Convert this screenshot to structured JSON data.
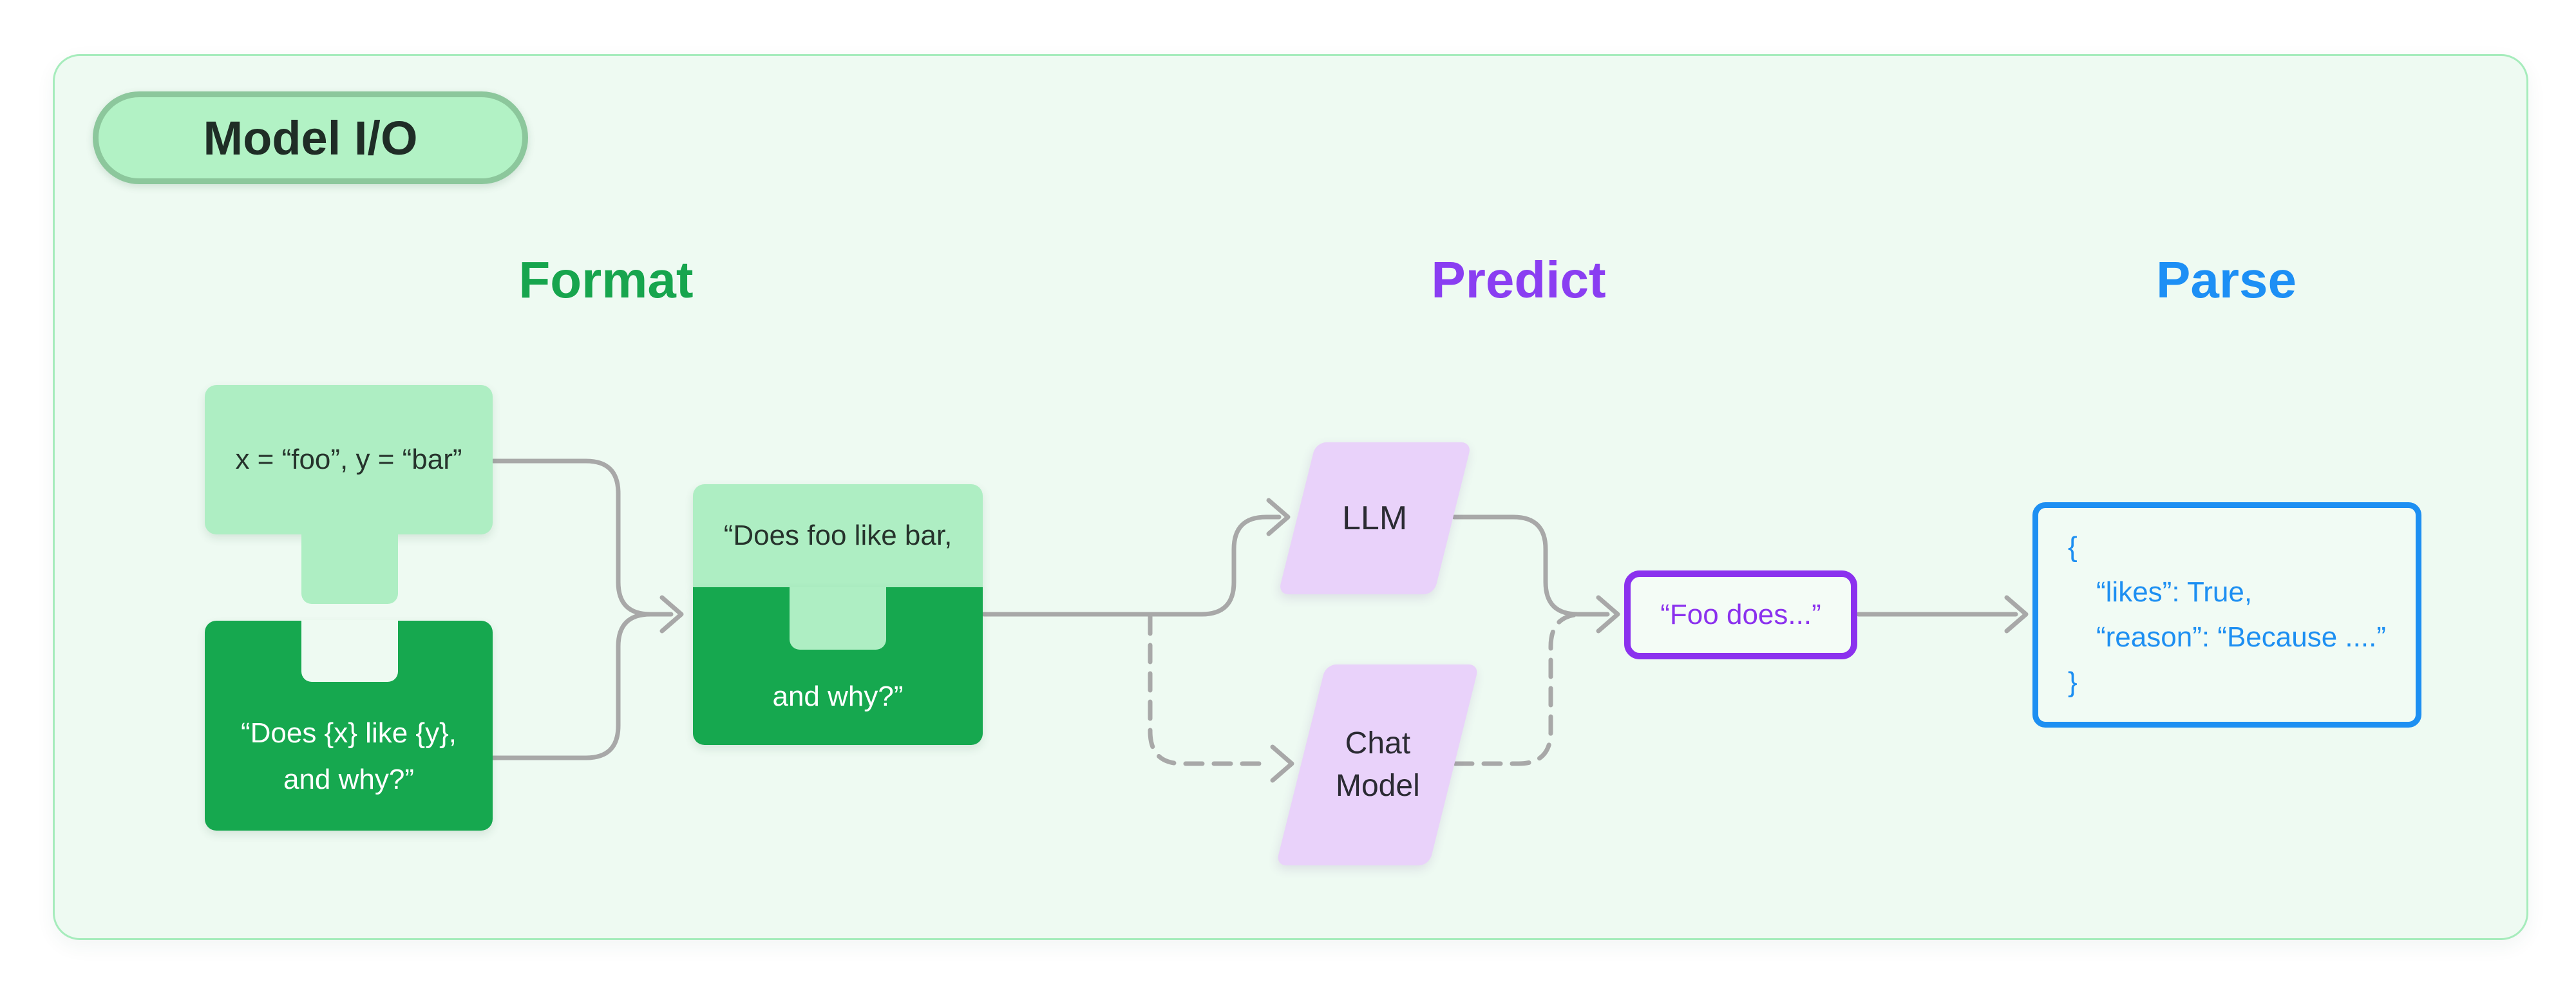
{
  "badge": {
    "label": "Model I/O"
  },
  "columns": {
    "format": {
      "label": "Format",
      "color": "#17a54e"
    },
    "predict": {
      "label": "Predict",
      "color": "#8a3ef2"
    },
    "parse": {
      "label": "Parse",
      "color": "#1d8ff5"
    }
  },
  "format": {
    "variables_piece": {
      "text": "x = “foo”, y = “bar”"
    },
    "template_piece": {
      "line1": "“Does {x} like {y},",
      "line2": "and why?”"
    },
    "formatted_piece": {
      "line1": "“Does foo like bar,",
      "line2": "and why?”"
    }
  },
  "predict": {
    "llm": {
      "label": "LLM"
    },
    "chat_model": {
      "line1": "Chat",
      "line2": "Model"
    },
    "output": {
      "text": "“Foo does...”"
    }
  },
  "parse": {
    "result": {
      "lines": [
        "{",
        "“likes”: True,",
        "“reason”: “Because ....”",
        "}"
      ]
    }
  },
  "colors": {
    "page_background": "#ffffff",
    "panel_background": "#eefaf2",
    "panel_border": "#a6ecbc",
    "badge_fill": "#b2f2c5",
    "badge_border": "#8cc79c",
    "light_green_piece": "#aeeec3",
    "dark_green_piece": "#16a84f",
    "format_header": "#17a54e",
    "predict_header": "#8a3ef2",
    "parse_header": "#1d8ff5",
    "parallelogram_fill": "#e9d2fa",
    "output_box_border": "#8b31ee",
    "parse_box_border": "#1d8ff2",
    "connector_gray": "#a8a8a8"
  }
}
